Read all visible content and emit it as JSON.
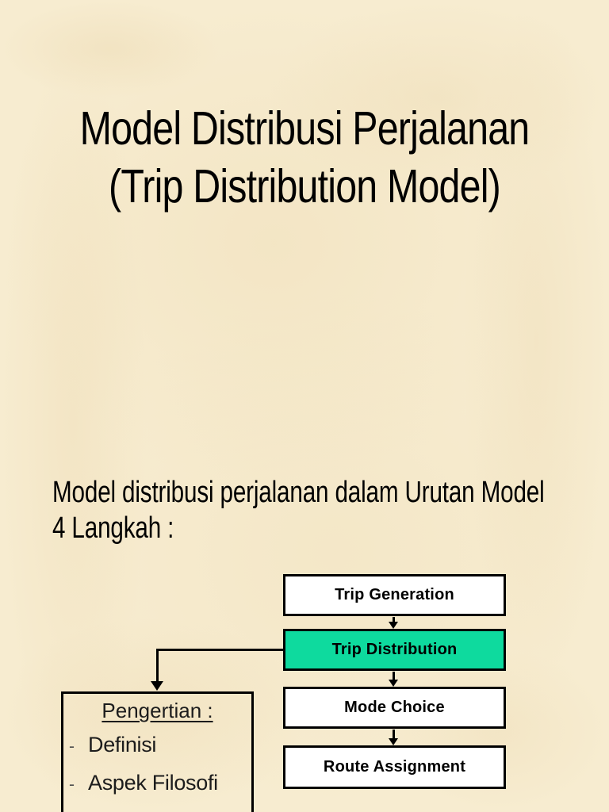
{
  "slide": {
    "title_line1": "Model Distribusi Perjalanan",
    "title_line2": "(Trip Distribution Model)",
    "subtitle_line1": "Model distribusi perjalanan dalam Urutan Model",
    "subtitle_line2": "4 Langkah :"
  },
  "flowchart": {
    "steps": [
      {
        "label": "Trip Generation",
        "highlighted": false
      },
      {
        "label": "Trip Distribution",
        "highlighted": true
      },
      {
        "label": "Mode Choice",
        "highlighted": false
      },
      {
        "label": "Route Assignment",
        "highlighted": false
      }
    ]
  },
  "side_box": {
    "heading": "Pengertian :",
    "bullet": "-",
    "items": [
      "Definisi",
      "Aspek Filosofi"
    ]
  },
  "colors": {
    "background": "#f7ecd0",
    "box_fill": "#ffffff",
    "border": "#000000",
    "text": "#000000",
    "highlight": "#0eda9e"
  }
}
